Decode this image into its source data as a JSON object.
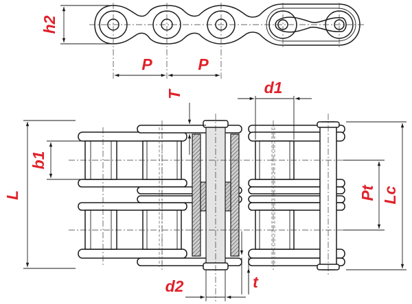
{
  "labels": {
    "h2": "h2",
    "pitch_left": "P",
    "pitch_right": "P",
    "T": "T",
    "d1": "d1",
    "b1": "b1",
    "L": "L",
    "Pt": "Pt",
    "Lc": "Lc",
    "d2": "d2",
    "t": "t"
  },
  "colors": {
    "label": "#e0202a",
    "line": "#1a1a1a",
    "background": "#ffffff"
  }
}
